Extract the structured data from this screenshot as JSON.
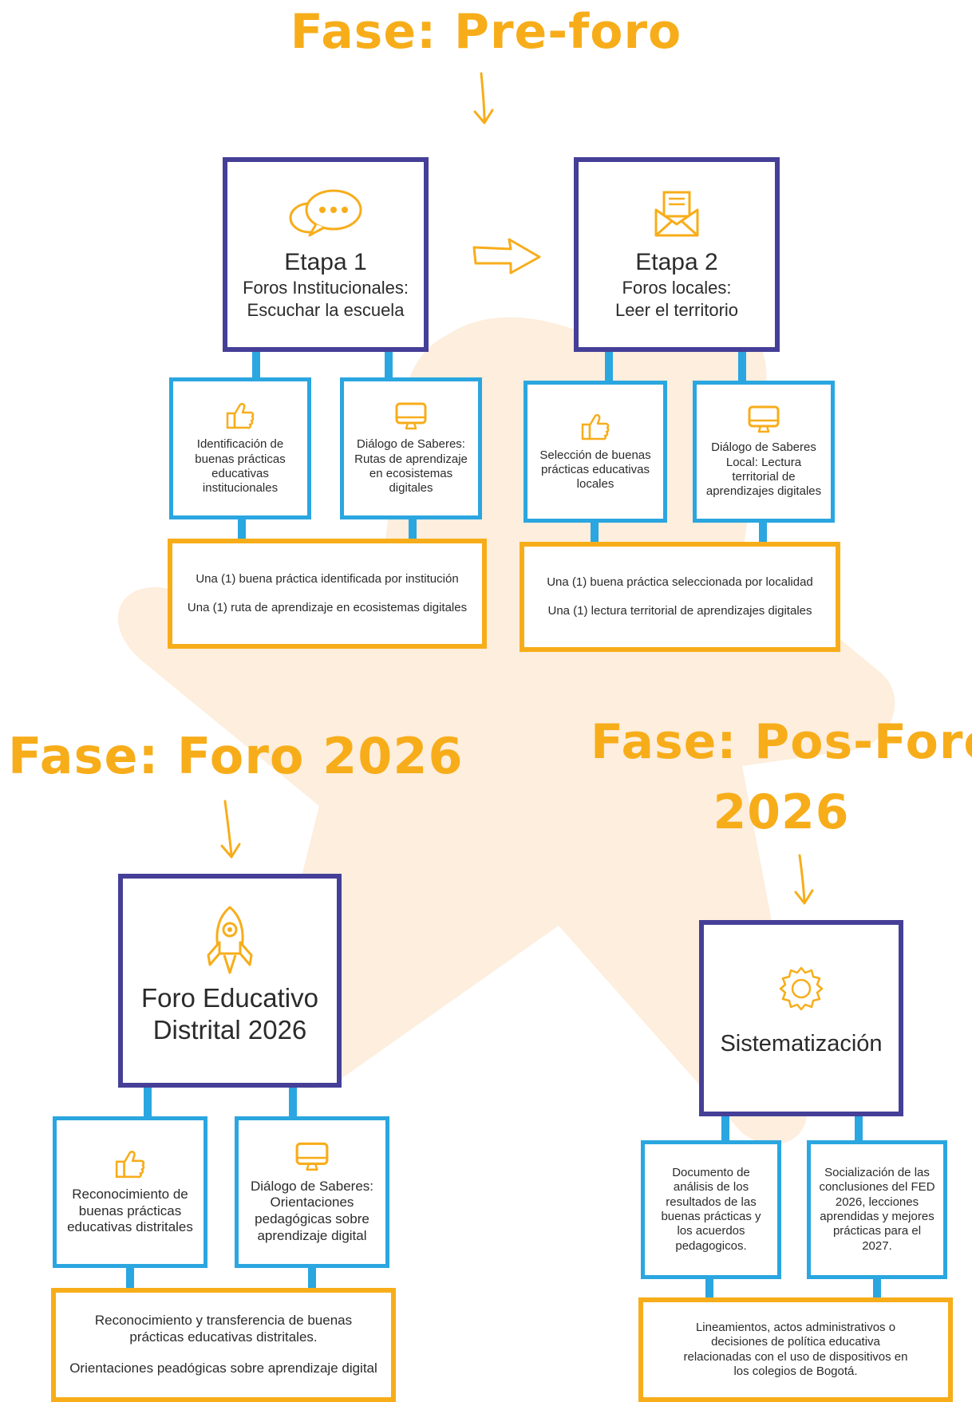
{
  "phases": {
    "pre_foro": {
      "title": "Fase: Pre-foro",
      "stage1": {
        "title": "Etapa 1",
        "subtitle_line1": "Foros Institucionales:",
        "subtitle_line2": "Escuchar la escuela",
        "icon": "chat-bubbles-icon",
        "activities": [
          {
            "icon": "thumbs-up-icon",
            "text": "Identificación de buenas prácticas educativas institucionales"
          },
          {
            "icon": "monitor-icon",
            "text": "Diálogo de Saberes: Rutas de aprendizaje en ecosistemas digitales"
          }
        ],
        "outputs": [
          "Una (1) buena práctica identificada por institución",
          "Una (1) ruta de aprendizaje en ecosistemas digitales"
        ]
      },
      "stage2": {
        "title": "Etapa 2",
        "subtitle_line1": "Foros locales:",
        "subtitle_line2": "Leer el territorio",
        "icon": "envelope-icon",
        "activities": [
          {
            "icon": "thumbs-up-icon",
            "text": "Selección de buenas prácticas educativas locales"
          },
          {
            "icon": "monitor-icon",
            "text": "Diálogo de Saberes Local: Lectura territorial de aprendizajes digitales"
          }
        ],
        "outputs": [
          "Una (1) buena práctica seleccionada por localidad",
          "Una (1) lectura territorial de aprendizajes digitales"
        ]
      }
    },
    "foro": {
      "title": "Fase: Foro 2026",
      "stage": {
        "title_line1": "Foro Educativo",
        "title_line2": "Distrital 2026",
        "icon": "rocket-icon",
        "activities": [
          {
            "icon": "thumbs-up-icon",
            "text": "Reconocimiento de buenas prácticas educativas distritales"
          },
          {
            "icon": "monitor-icon",
            "text": "Diálogo de Saberes: Orientaciones pedagógicas sobre aprendizaje digital"
          }
        ],
        "outputs": [
          "Reconocimiento y transferencia de buenas prácticas educativas distritales.",
          "Orientaciones peadógicas sobre aprendizaje digital"
        ]
      }
    },
    "pos_foro": {
      "title_line1": "Fase: Pos-Foro",
      "title_line2": "2026",
      "stage": {
        "title": "Sistematización",
        "icon": "gear-icon",
        "activities": [
          {
            "text": "Documento de análisis de los resultados de las buenas prácticas y los acuerdos pedagogicos."
          },
          {
            "text": "Socialización de las conclusiones del FED 2026, lecciones aprendidas y mejores prácticas para el 2027."
          }
        ],
        "outputs": [
          "Lineamientos, actos administrativos o decisiones de política educativa relacionadas con el uso de dispositivos en los colegios de Bogotá."
        ]
      }
    }
  },
  "colors": {
    "phase_title": "#f7ad1a",
    "stage_border": "#453f97",
    "activity_border": "#2aa6e0",
    "output_border": "#f7ad1a",
    "background_star": "#fdeedd"
  }
}
